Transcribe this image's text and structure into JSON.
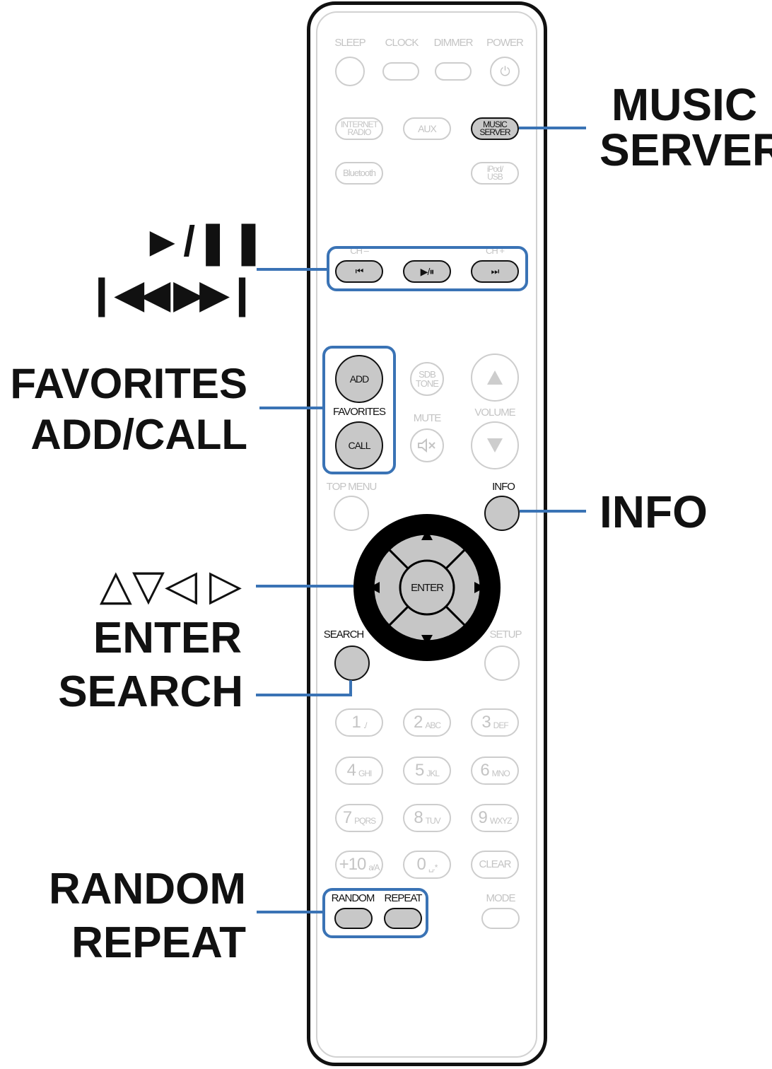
{
  "remote": {
    "top_labels": {
      "sleep": "SLEEP",
      "clock": "CLOCK",
      "dimmer": "DIMMER",
      "power": "POWER"
    },
    "power_symbol": "⏻",
    "sources": {
      "internet_radio_1": "INTERNET",
      "internet_radio_2": "RADIO",
      "aux": "AUX",
      "music_server_1": "MUSIC",
      "music_server_2": "SERVER",
      "bluetooth": "Bluetooth",
      "ipod_usb_1": "iPod/",
      "ipod_usb_2": "USB"
    },
    "transport": {
      "ch_minus": "CH –",
      "ch_plus": "CH +",
      "prev": "⏮",
      "play_pause": "▶/⏸",
      "next": "⏭"
    },
    "favorites": {
      "add": "ADD",
      "label": "FAVORITES",
      "call": "CALL"
    },
    "sdb_tone_1": "SDB",
    "sdb_tone_2": "TONE",
    "mute": "MUTE",
    "volume": "VOLUME",
    "top_menu": "TOP MENU",
    "info": "INFO",
    "enter": "ENTER",
    "search": "SEARCH",
    "setup": "SETUP",
    "keypad": [
      {
        "num": "1",
        "letters": "./"
      },
      {
        "num": "2",
        "letters": "ABC"
      },
      {
        "num": "3",
        "letters": "DEF"
      },
      {
        "num": "4",
        "letters": "GHI"
      },
      {
        "num": "5",
        "letters": "JKL"
      },
      {
        "num": "6",
        "letters": "MNO"
      },
      {
        "num": "7",
        "letters": "PQRS"
      },
      {
        "num": "8",
        "letters": "TUV"
      },
      {
        "num": "9",
        "letters": "WXYZ"
      },
      {
        "num": "+10",
        "letters": "a/A"
      },
      {
        "num": "0",
        "letters": "␣.*"
      },
      {
        "num": "CLEAR",
        "letters": ""
      }
    ],
    "random": "RANDOM",
    "repeat": "REPEAT",
    "mode": "MODE"
  },
  "callouts": {
    "music_server": [
      "MUSIC",
      "SERVER"
    ],
    "play_pause": "►/❚❚",
    "skip": "❙◀◀ ▶▶❙",
    "favorites": [
      "FAVORITES",
      "ADD/CALL"
    ],
    "cursor": "△▽◁ ▷",
    "enter": "ENTER",
    "search": "SEARCH",
    "info": "INFO",
    "random_repeat": [
      "RANDOM",
      "REPEAT"
    ]
  },
  "colors": {
    "highlight": "#3a73b5",
    "active_button": "#c8c8c8",
    "inactive": "#cdcdcd"
  }
}
